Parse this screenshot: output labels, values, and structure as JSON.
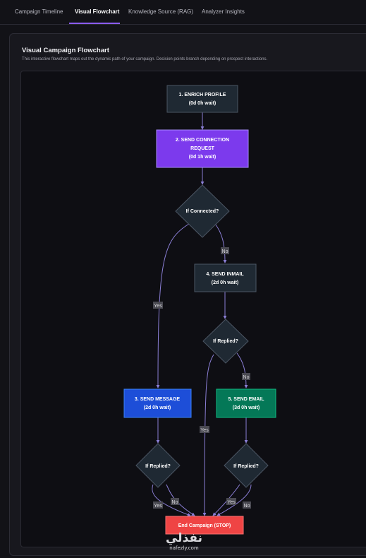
{
  "tabs": [
    {
      "label": "Campaign Timeline",
      "active": false
    },
    {
      "label": "Visual Flowchart",
      "active": true
    },
    {
      "label": "Knowledge Source (RAG)",
      "active": false
    },
    {
      "label": "Analyzer Insights",
      "active": false
    }
  ],
  "card": {
    "title": "Visual Campaign Flowchart",
    "description": "This interactive flowchart maps out the dynamic path of your campaign. Decision points branch depending on prospect interactions."
  },
  "flow": {
    "nodes": {
      "enrich": {
        "lines": [
          "1. ENRICH PROFILE",
          "(0d 0h wait)"
        ],
        "color": "#1f2933"
      },
      "connect": {
        "lines": [
          "2. SEND CONNECTION",
          "REQUEST",
          "(0d 1h wait)"
        ],
        "color": "#7c3aed"
      },
      "if_connected": {
        "lines": [
          "If Connected?"
        ],
        "color": "#1f2933"
      },
      "inmail": {
        "lines": [
          "4. SEND INMAIL",
          "(2d 0h wait)"
        ],
        "color": "#1f2933"
      },
      "if_replied_inmail": {
        "lines": [
          "If Replied?"
        ],
        "color": "#1f2933"
      },
      "message": {
        "lines": [
          "3. SEND MESSAGE",
          "(2d 0h wait)"
        ],
        "color": "#1d4ed8"
      },
      "email": {
        "lines": [
          "5. SEND EMAIL",
          "(3d 0h wait)"
        ],
        "color": "#047857"
      },
      "if_replied_message": {
        "lines": [
          "If Replied?"
        ],
        "color": "#1f2933"
      },
      "if_replied_email": {
        "lines": [
          "If Replied?"
        ],
        "color": "#1f2933"
      },
      "end": {
        "lines": [
          "End Campaign (STOP)"
        ],
        "color": "#ef4444"
      }
    },
    "edge_labels": {
      "connected_no": "No",
      "connected_yes": "Yes",
      "inmail_no": "No",
      "inmail_yes": "Yes",
      "message_yes": "Yes",
      "message_no": "No",
      "email_yes": "Yes",
      "email_no": "No"
    },
    "edge_color": "#8b7fd6"
  },
  "watermark": {
    "arabic": "نفذلي",
    "url": "nafezly.com"
  }
}
